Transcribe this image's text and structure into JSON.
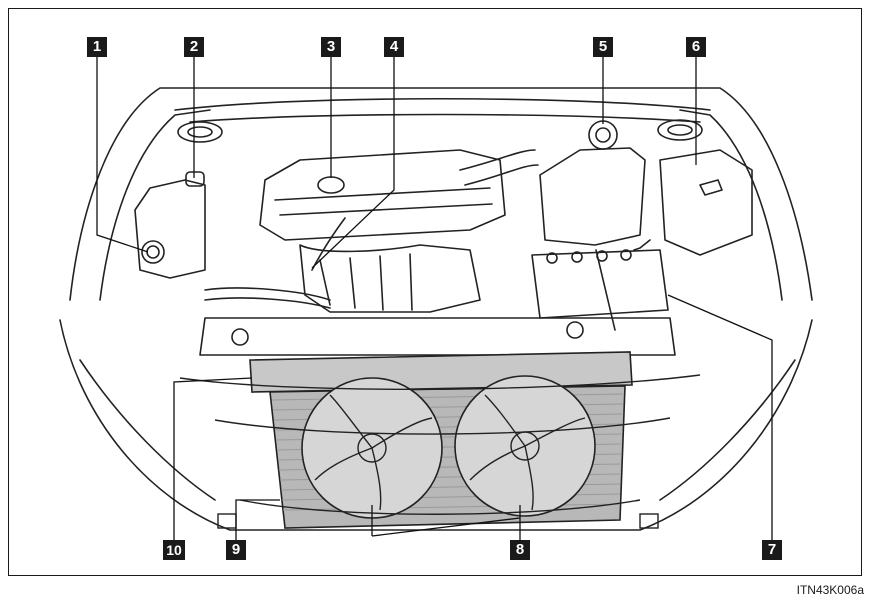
{
  "figure": {
    "callouts": [
      {
        "number": "1"
      },
      {
        "number": "2"
      },
      {
        "number": "3"
      },
      {
        "number": "4"
      },
      {
        "number": "5"
      },
      {
        "number": "6"
      },
      {
        "number": "7"
      },
      {
        "number": "8"
      },
      {
        "number": "9"
      },
      {
        "number": "10"
      }
    ],
    "image_code": "ITN43K006a"
  }
}
